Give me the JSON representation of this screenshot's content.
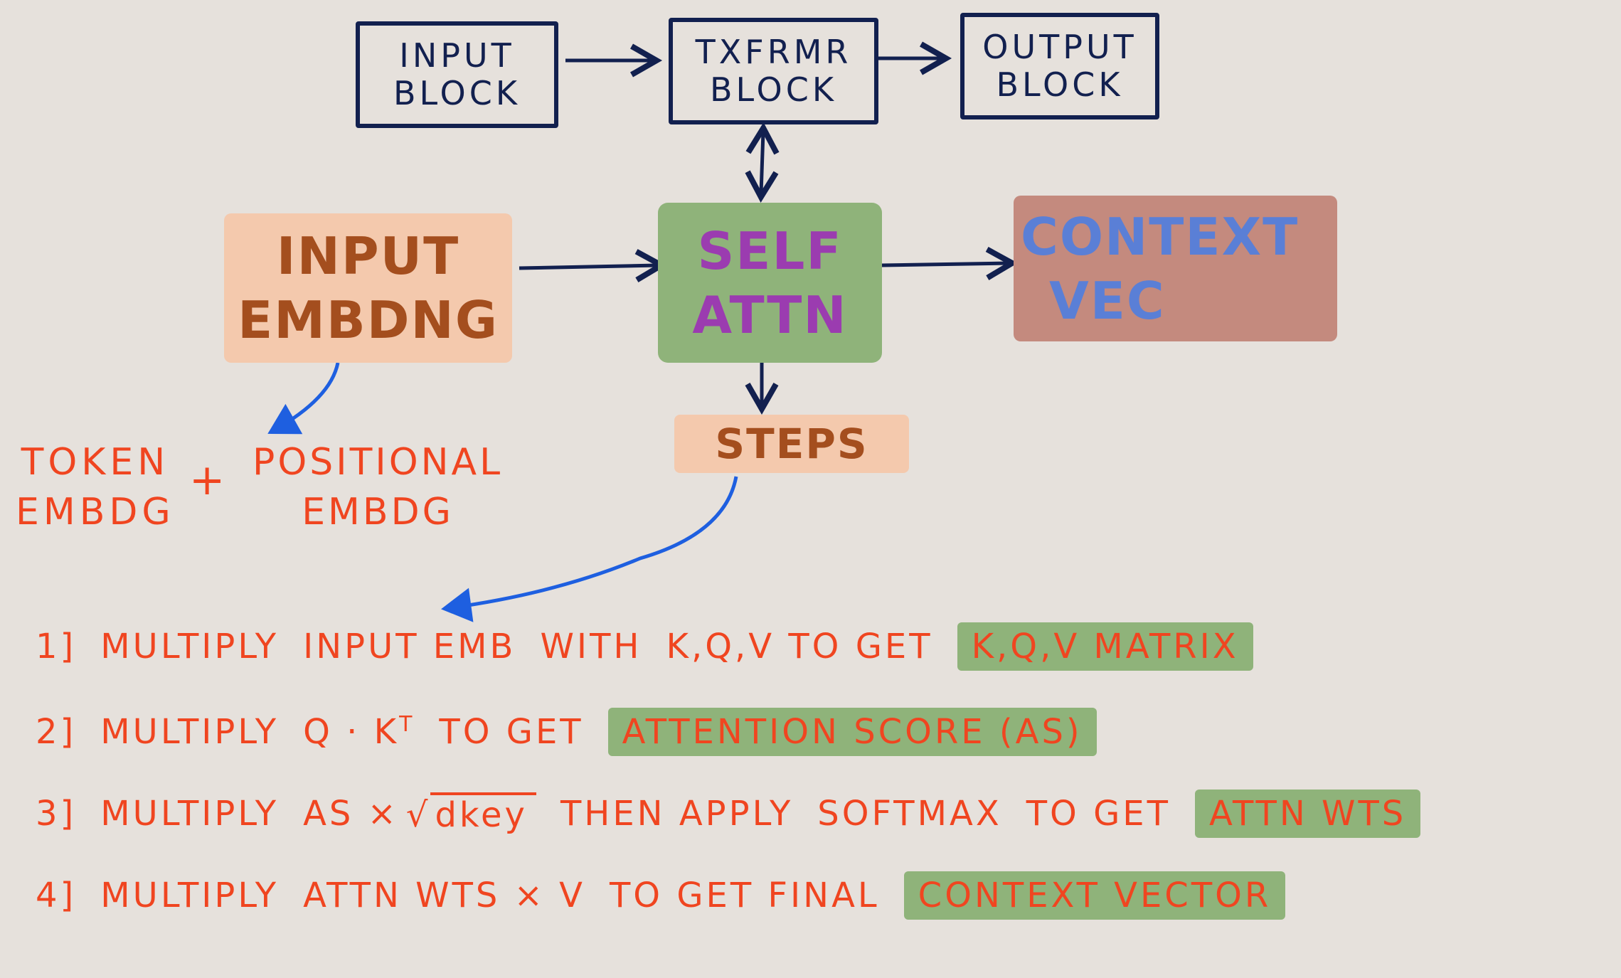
{
  "top_blocks": {
    "input": [
      "INPUT",
      "BLOCK"
    ],
    "txfrmr": [
      "TXFRMR",
      "BLOCK"
    ],
    "output": [
      "OUTPUT",
      "BLOCK"
    ]
  },
  "middle": {
    "input_embedding": [
      "INPUT",
      "EMBDNG"
    ],
    "self_attn": [
      "SELF",
      "ATTN"
    ],
    "context_vec": [
      "CONTEXT",
      "VEC"
    ],
    "steps": "STEPS"
  },
  "embedding_parts": {
    "token": [
      "TOKEN",
      "EMBDG"
    ],
    "plus": "+",
    "positional": [
      "POSITIONAL",
      "EMBDG"
    ]
  },
  "steps_list": [
    {
      "num": "1]",
      "parts": [
        "MULTIPLY",
        "INPUT EMB",
        "WITH",
        "K,Q,V TO GET"
      ],
      "highlight": "K,Q,V MATRIX"
    },
    {
      "num": "2]",
      "parts": [
        "MULTIPLY",
        "Q · K",
        "TO GET"
      ],
      "sup": "T",
      "highlight": "ATTENTION SCORE (AS)"
    },
    {
      "num": "3]",
      "parts": [
        "MULTIPLY",
        "AS ×",
        "THEN APPLY",
        "SOFTMAX",
        "TO GET"
      ],
      "sqrt_symbol": "√",
      "radicand": "dkey",
      "highlight": "ATTN WTS"
    },
    {
      "num": "4]",
      "parts": [
        "MULTIPLY",
        "ATTN WTS × V",
        "TO GET FINAL"
      ],
      "highlight": "CONTEXT VECTOR"
    }
  ],
  "colors": {
    "background": "#e6e1dc",
    "box_stroke": "#12204f",
    "arrow_blue": "#1e5fe0",
    "orange_text": "#f04520",
    "brown_text": "#a44e1e",
    "peach_bg": "#f4c9ad",
    "green_bg": "#8fb37a",
    "purple_text": "#9b3cb0",
    "rose_bg": "#c48a7e",
    "context_blue": "#5a7fd6"
  }
}
